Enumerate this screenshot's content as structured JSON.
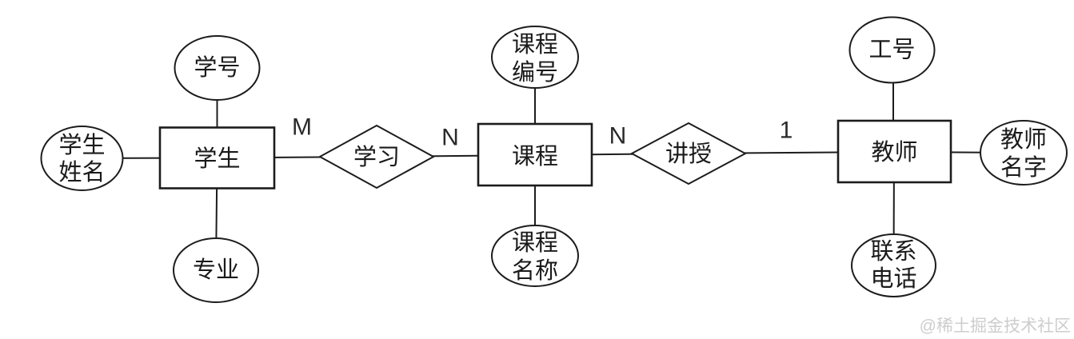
{
  "diagram": {
    "title_hint": "ER diagram: students, courses, teachers",
    "entities": {
      "student": "学生",
      "course": "课程",
      "teacher": "教师"
    },
    "relationships": {
      "study": "学习",
      "teach": "讲授"
    },
    "attributes": {
      "student_id": {
        "line1": "学号"
      },
      "student_name": {
        "line1": "学生",
        "line2": "姓名"
      },
      "major": {
        "line1": "专业"
      },
      "course_id": {
        "line1": "课程",
        "line2": "编号"
      },
      "course_name": {
        "line1": "课程",
        "line2": "名称"
      },
      "teacher_id": {
        "line1": "工号"
      },
      "teacher_name": {
        "line1": "教师",
        "line2": "名字"
      },
      "contact_phone": {
        "line1": "联系",
        "line2": "电话"
      }
    },
    "cardinalities": {
      "student_study": "M",
      "study_course": "N",
      "course_teach": "N",
      "teach_teacher": "1"
    },
    "watermark": "@稀土掘金技术社区",
    "colors": {
      "stroke": "#1c1c1c",
      "text": "#1a1a1a",
      "background": "#ffffff",
      "watermark": "#cdcdcd"
    }
  }
}
